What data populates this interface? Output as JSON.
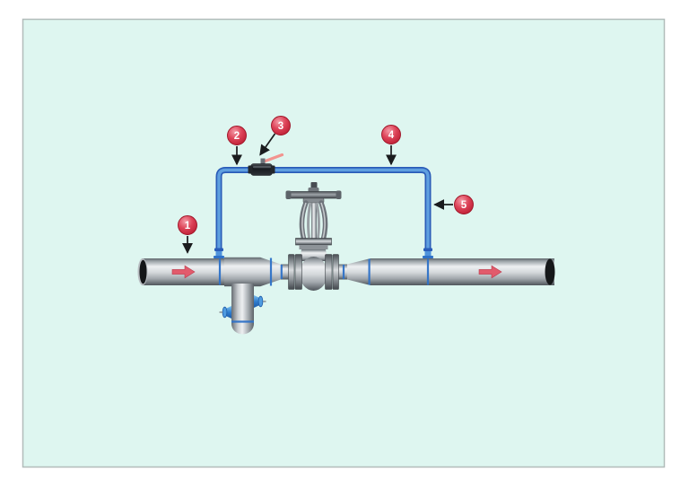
{
  "callouts": [
    {
      "label": "1"
    },
    {
      "label": "2"
    },
    {
      "label": "3"
    },
    {
      "label": "4"
    },
    {
      "label": "5"
    }
  ],
  "colors": {
    "panel_background": "#def6f0",
    "panel_border": "#b2bcba",
    "sensing_line_outer": "#2a5cb8",
    "sensing_line_inner": "#5f9fdf",
    "weld_ring": "#2f72c8",
    "flow_arrow": "#e25b6c",
    "callout_fill": "#cf2538",
    "callout_text": "#ffffff",
    "callout_arrow": "#1a1c1e",
    "valve_handle": "#f2948f",
    "drain_nozzle": "#3f8fd8",
    "pipe_highlight": "#eef0f2",
    "pipe_shadow": "#53585d"
  }
}
